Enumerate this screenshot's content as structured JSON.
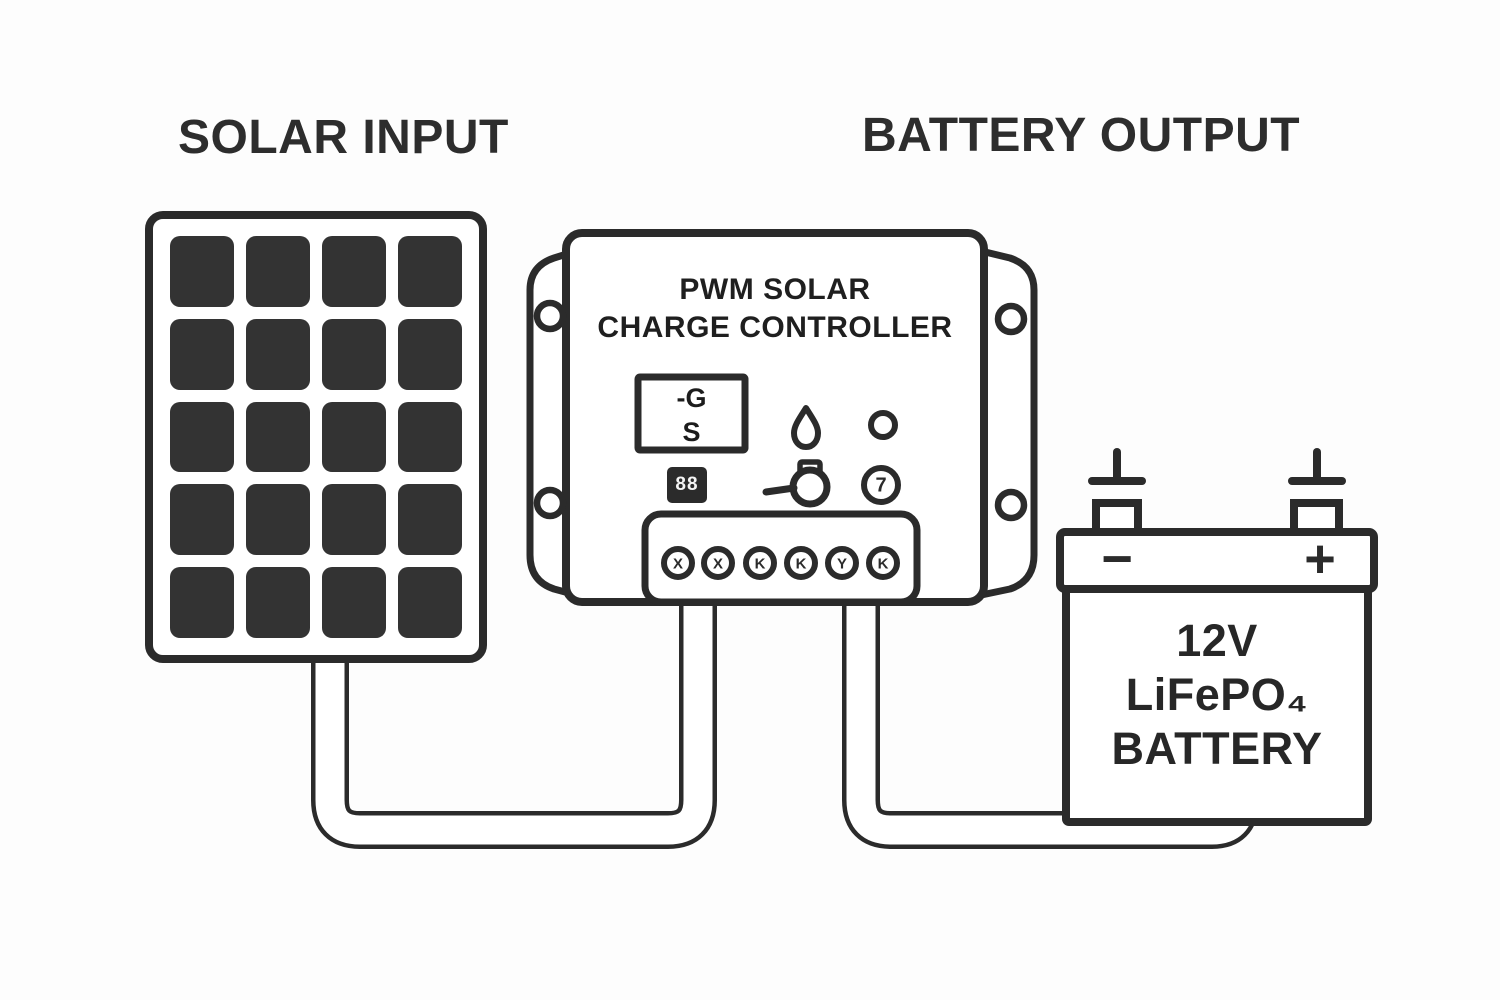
{
  "headings": {
    "solar_input": "SOLAR INPUT",
    "battery_output": "BATTERY OUTPUT"
  },
  "controller": {
    "title_line1": "PWM SOLAR",
    "title_line2": "CHARGE CONTROLLER",
    "display": {
      "line1": "-G",
      "line2": "S"
    },
    "mini_display": "88",
    "button_label": "7",
    "terminals": [
      "X",
      "X",
      "K",
      "K",
      "Y",
      "K"
    ]
  },
  "battery": {
    "line1": "12V",
    "line2": "LiFePO₄",
    "line3": "BATTERY",
    "minus": "−",
    "plus": "+"
  },
  "icons": {
    "droplet": "charge-indicator-droplet",
    "led": "status-led",
    "knob": "adjust-knob",
    "screws": "terminal-screws"
  },
  "colors": {
    "line": "#2b2b2b",
    "cell": "#333333",
    "background": "#fdfdfd"
  }
}
